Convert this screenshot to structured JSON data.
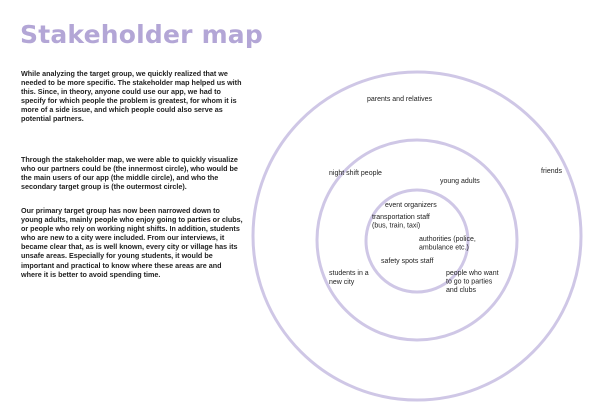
{
  "page": {
    "title": "Stakeholder map",
    "paragraphs": [
      "While analyzing the target group, we quickly realized that we needed to be more specific. The stakeholder map helped us with this. Since, in theory, anyone could use our app, we had to specify for which people the problem is greatest, for whom it is more of a side issue, and which people could also serve as potential partners.",
      "Through the stakeholder map, we were able to quickly visualize who our partners could be (the innermost circle), who would be the main users of our app (the middle circle), and who the secondary target group is (the outermost circle).",
      "Our primary target group has now been narrowed down to young adults, mainly people who enjoy going to parties or clubs, or people who rely on working night shifts. In addition, students who are new to a city were included. From our interviews, it became clear that, as is well known, every city or village has its unsafe areas. Especially for young students, it would be important and practical to know where these areas are and where it is better to avoid spending time."
    ]
  },
  "diagram": {
    "ring_color": "#cfc7e6",
    "rings": {
      "outer": {
        "labels": [
          {
            "lines": [
              "parents and relatives"
            ]
          },
          {
            "lines": [
              "friends"
            ]
          }
        ]
      },
      "middle": {
        "labels": [
          {
            "lines": [
              "night shift people"
            ]
          },
          {
            "lines": [
              "young adults"
            ]
          },
          {
            "lines": [
              "students in a",
              "new city"
            ]
          },
          {
            "lines": [
              "people who want",
              "to go to parties",
              "and clubs"
            ]
          }
        ]
      },
      "inner": {
        "labels": [
          {
            "lines": [
              "event organizers"
            ]
          },
          {
            "lines": [
              "transportation staff",
              "(bus, train, taxi)"
            ]
          },
          {
            "lines": [
              "authorities (police,",
              "ambulance etc.)"
            ]
          },
          {
            "lines": [
              "safety spots staff"
            ]
          }
        ]
      }
    }
  }
}
